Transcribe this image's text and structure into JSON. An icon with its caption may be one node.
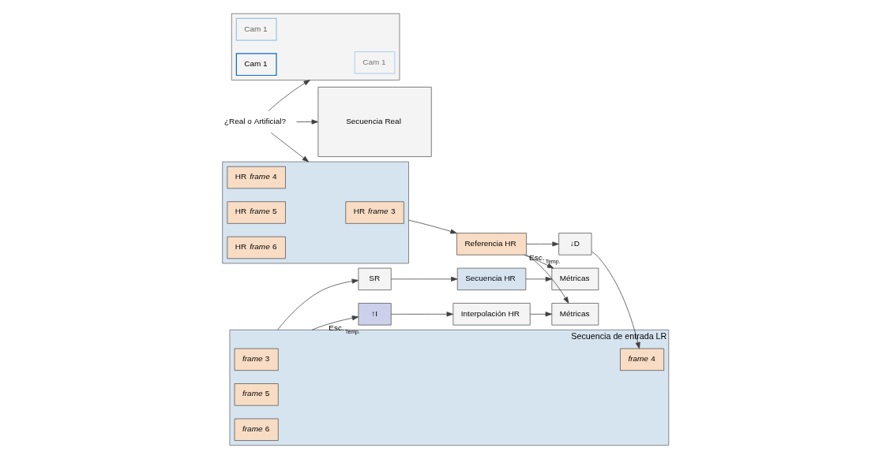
{
  "diagram": {
    "nodes": [
      {
        "text": [
          "Secuencia Real"
        ]
      },
      {
        "text": [],
        "shape": "box"
      },
      {
        "text": [
          "Cam 1"
        ],
        "in": 1
      },
      {
        "text": [
          "Cam 1"
        ],
        "in": 1
      },
      {
        "text": [
          "Cam 1"
        ],
        "in": 1
      },
      {
        "text": [
          "¿Real o Artificial?"
        ]
      },
      {
        "text": [],
        "shape": "box"
      },
      {
        "text": [
          "HR *frame* 3"
        ],
        "in": 6
      },
      {
        "text": [
          "HR *frame* 4"
        ],
        "in": 6
      },
      {
        "text": [
          "HR *frame* 5"
        ],
        "in": 6
      },
      {
        "text": [
          "HR *frame* 6"
        ],
        "in": 6
      },
      {
        "text": [
          "Secuencia HR"
        ]
      },
      {
        "text": [
          "SR"
        ]
      },
      {
        "text": [
          "Métricas"
        ]
      },
      {
        "text": [
          "Referencia HR"
        ]
      },
      {
        "text": [
          "Métricas"
        ]
      },
      {
        "text": [
          "Interpolación HR"
        ]
      },
      {
        "text": [
          "↓D"
        ],
        "beside": [
          "Esc.$_{Temp.}$"
        ]
      },
      {
        "text": [
          "↑I"
        ],
        "beside": [
          "Esc.$_{Temp.}$"
        ]
      },
      {
        "text": [
          "Secuencia de entrada LR"
        ]
      },
      {
        "text": [
          "*frame* 3"
        ],
        "in": 19
      },
      {
        "text": [
          "*frame* 4"
        ],
        "in": 19
      },
      {
        "text": [
          "*frame* 5"
        ],
        "in": 19
      },
      {
        "text": [
          "*frame* 6"
        ],
        "in": 19
      }
    ],
    "edges": [
      {
        "from": 5,
        "to": 0,
        "arrow": "to"
      },
      {
        "from": 5,
        "to": 1,
        "arrow": "to"
      },
      {
        "from": 5,
        "to": 6,
        "arrow": "to"
      },
      {
        "from": 6,
        "to": 14,
        "arrow": "to"
      },
      {
        "from": 11,
        "to": 13,
        "arrow": "to"
      },
      {
        "from": 14,
        "to": 13,
        "arrow": "to"
      },
      {
        "from": 14,
        "to": 15,
        "arrow": "to"
      },
      {
        "from": 16,
        "to": 15,
        "arrow": "to"
      },
      {
        "from": 14,
        "to": 17,
        "arrow": "to"
      },
      {
        "from": 17,
        "to": 21,
        "arrow": "to"
      },
      {
        "from": 19,
        "to": 18,
        "arrow": "to"
      },
      {
        "from": 18,
        "to": 16,
        "arrow": "to"
      },
      {
        "from": 19,
        "to": 12,
        "arrow": "to"
      },
      {
        "from": 12,
        "to": 11,
        "arrow": "to"
      }
    ]
  }
}
